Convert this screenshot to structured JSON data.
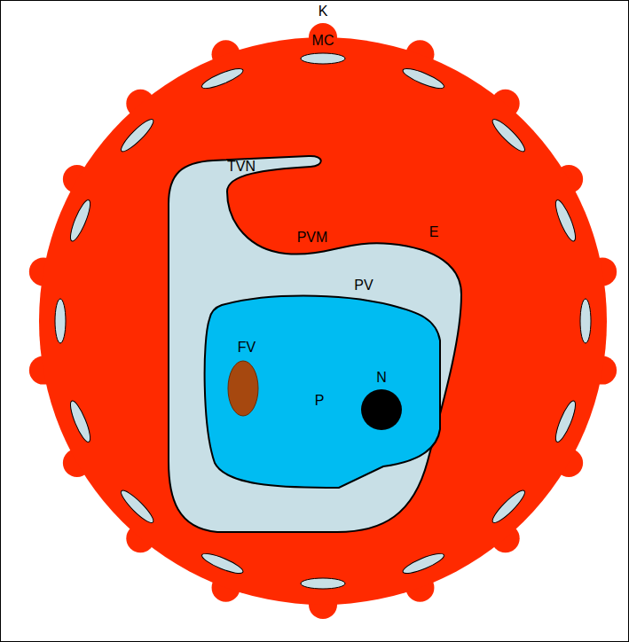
{
  "diagram": {
    "nodes": [
      {
        "text": [
          "E"
        ]
      },
      {
        "text": [
          "PV"
        ],
        "in": 0
      },
      {
        "text": [
          "P"
        ],
        "in": 1
      }
    ],
    "labels": [
      "K",
      "MC",
      "TVN",
      "PVM",
      "FV",
      "N"
    ]
  }
}
